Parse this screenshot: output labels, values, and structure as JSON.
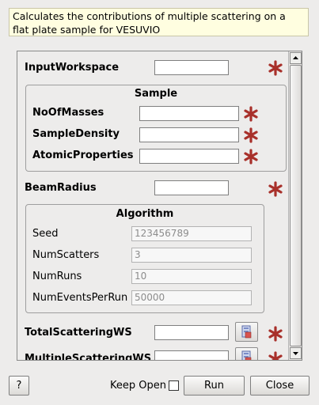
{
  "description": "Calculates the contributions of multiple scattering on a flat plate sample for VESUVIO",
  "fields": {
    "input_workspace": {
      "label": "InputWorkspace",
      "value": ""
    },
    "beam_radius": {
      "label": "BeamRadius",
      "value": ""
    },
    "total_scattering_ws": {
      "label": "TotalScatteringWS",
      "value": ""
    },
    "multiple_scattering_ws": {
      "label": "MultipleScatteringWS",
      "value": ""
    }
  },
  "sample_group": {
    "title": "Sample",
    "no_of_masses": {
      "label": "NoOfMasses",
      "value": ""
    },
    "sample_density": {
      "label": "SampleDensity",
      "value": ""
    },
    "atomic_properties": {
      "label": "AtomicProperties",
      "value": ""
    }
  },
  "algorithm_group": {
    "title": "Algorithm",
    "seed": {
      "label": "Seed",
      "value": "123456789"
    },
    "num_scatters": {
      "label": "NumScatters",
      "value": "3"
    },
    "num_runs": {
      "label": "NumRuns",
      "value": "10"
    },
    "num_events_per_run": {
      "label": "NumEventsPerRun",
      "value": "50000"
    }
  },
  "footer": {
    "help_label": "?",
    "keep_open_label": "Keep Open",
    "keep_open_checked": false,
    "run_label": "Run",
    "close_label": "Close"
  },
  "colors": {
    "required_star": "#a8302a",
    "tooltip_bg": "#fffee0"
  },
  "icons": {
    "required": "asterisk-icon",
    "browse": "workspace-browse-icon"
  }
}
